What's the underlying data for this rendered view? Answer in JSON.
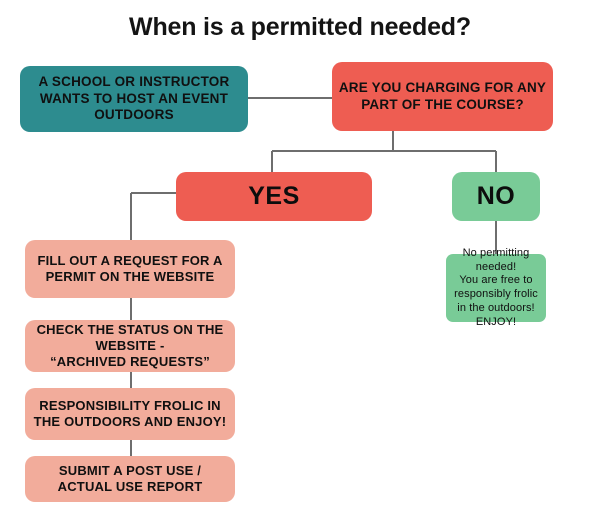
{
  "page": {
    "title": "When is a permitted needed?",
    "background": "#ffffff"
  },
  "colors": {
    "teal": "#2d8c8f",
    "red": "#ee5d52",
    "green": "#79cb97",
    "pink": "#f2ac9b",
    "line": "#6e6e6e",
    "text": "#101010"
  },
  "flowchart": {
    "start": {
      "label": "A SCHOOL OR INSTRUCTOR WANTS TO HOST AN EVENT OUTDOORS",
      "color": "#2d8c8f"
    },
    "question": {
      "label": "ARE YOU CHARGING FOR ANY PART OF THE COURSE?",
      "color": "#ee5d52"
    },
    "branches": {
      "yes": {
        "label": "YES",
        "color": "#ee5d52"
      },
      "no": {
        "label": "NO",
        "color": "#79cb97"
      }
    },
    "yes_steps": [
      {
        "label": "FILL OUT A REQUEST FOR A PERMIT ON THE WEBSITE",
        "color": "#f2ac9b"
      },
      {
        "label": "CHECK THE STATUS ON THE WEBSITE -\n“ARCHIVED REQUESTS”",
        "color": "#f2ac9b"
      },
      {
        "label": "RESPONSIBILITY FROLIC IN THE OUTDOORS AND ENJOY!",
        "color": "#f2ac9b"
      },
      {
        "label": "SUBMIT A POST USE / ACTUAL USE REPORT",
        "color": "#f2ac9b"
      }
    ],
    "no_outcome": {
      "label": "No permitting needed!\nYou are free to responsibly frolic in the outdoors!\nENJOY!",
      "color": "#79cb97"
    }
  }
}
